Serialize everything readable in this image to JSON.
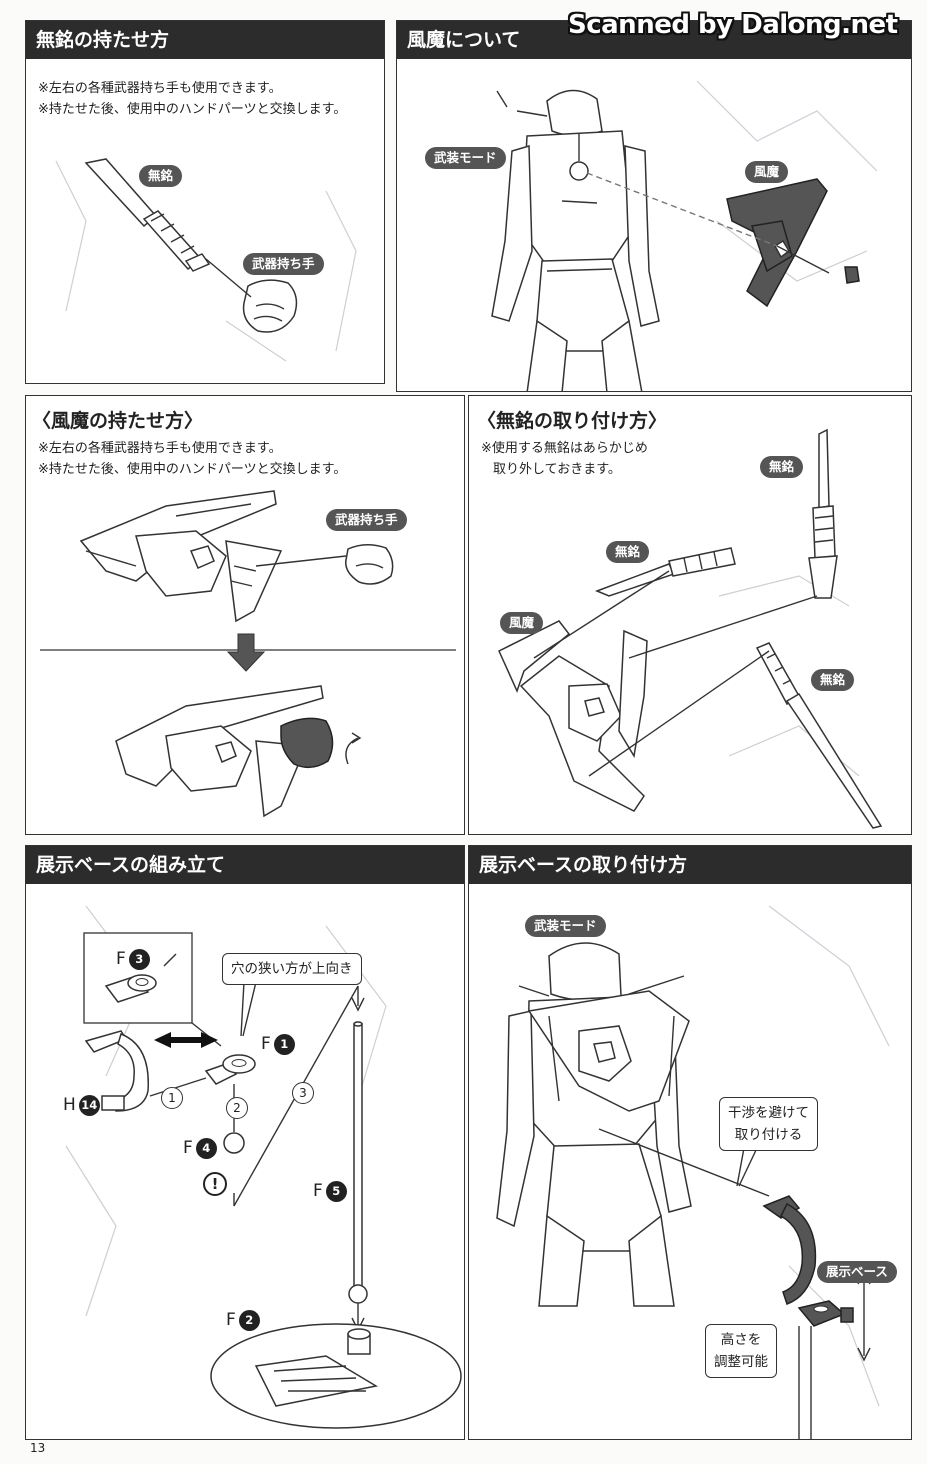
{
  "watermark": "Scanned by Dalong.net",
  "page_number": "13",
  "panel1": {
    "title": "無銘の持たせ方",
    "notes": [
      "※左右の各種武器持ち手も使用できます。",
      "※持たせた後、使用中のハンドパーツと交換します。"
    ],
    "labels": {
      "mumei": "無銘",
      "hand": "武器持ち手"
    }
  },
  "panel2": {
    "title": "風魔について",
    "labels": {
      "armed_mode": "武装モード",
      "fuma": "風魔"
    }
  },
  "panel3": {
    "title": "〈風魔の持たせ方〉",
    "notes": [
      "※左右の各種武器持ち手も使用できます。",
      "※持たせた後、使用中のハンドパーツと交換します。"
    ],
    "labels": {
      "hand": "武器持ち手"
    }
  },
  "panel4": {
    "title": "〈無銘の取り付け方〉",
    "notes": [
      "※使用する無銘はあらかじめ",
      "取り外しておきます。"
    ],
    "labels": {
      "mumei_1": "無銘",
      "mumei_2": "無銘",
      "mumei_3": "無銘",
      "fuma": "風魔"
    }
  },
  "panel5": {
    "title": "展示ベースの組み立て",
    "bubble": "穴の狭い方が上向き",
    "parts": {
      "f3": {
        "letter": "F",
        "num": "3"
      },
      "f1": {
        "letter": "F",
        "num": "1"
      },
      "h14": {
        "letter": "H",
        "num": "14"
      },
      "f4": {
        "letter": "F",
        "num": "4"
      },
      "f5": {
        "letter": "F",
        "num": "5"
      },
      "f2": {
        "letter": "F",
        "num": "2"
      }
    },
    "steps": [
      "1",
      "2",
      "3"
    ],
    "warning": "!"
  },
  "panel6": {
    "title": "展示ベースの取り付け方",
    "labels": {
      "armed_mode": "武装モード",
      "base": "展示ベース"
    },
    "bubble_avoid": [
      "干渉を避けて",
      "取り付ける"
    ],
    "bubble_height": [
      "高さを",
      "調整可能"
    ]
  }
}
